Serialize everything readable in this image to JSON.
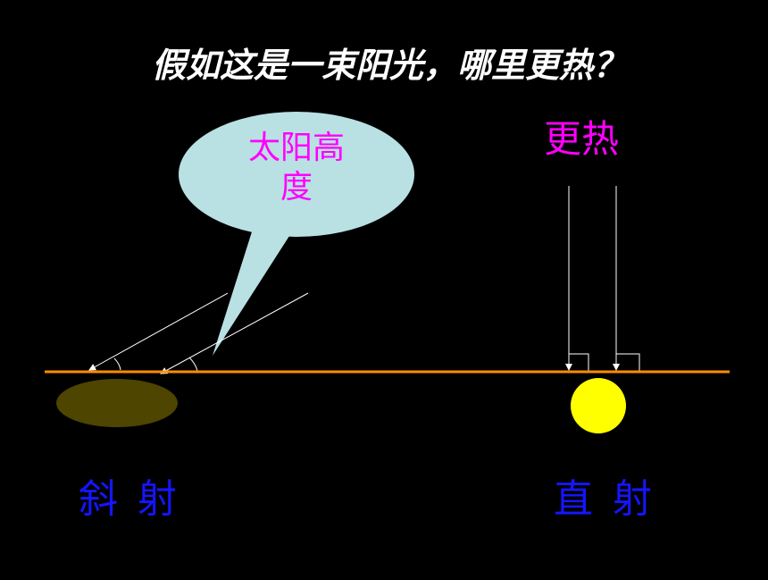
{
  "title": "假如这是一束阳光，哪里更热？",
  "bubble_label": "太阳高度",
  "hotter_label": "更热",
  "oblique_label": "斜 射",
  "direct_label": "直 射",
  "colors": {
    "background": "#000000",
    "ground": "#ff8c00",
    "bubble_fill": "#b9e1e3",
    "highlight_text": "#ff00ff",
    "bottom_text": "#1515ff",
    "oblique_area": "#4d4500",
    "direct_area": "#ffff00",
    "ray": "#ffffff"
  }
}
